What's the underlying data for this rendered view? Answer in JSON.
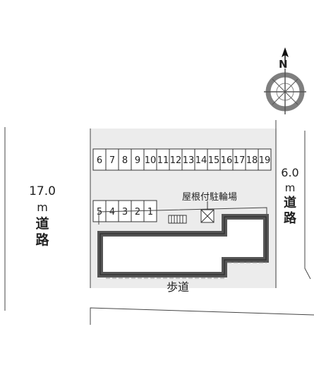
{
  "map": {
    "roads": {
      "left": {
        "width_label": "17.0",
        "unit": "m",
        "name_chars": [
          "道",
          "路"
        ]
      },
      "right": {
        "width_label": "6.0",
        "unit": "m",
        "name_chars": [
          "道",
          "路"
        ]
      }
    },
    "sidewalk_label": "歩道",
    "bike_parking_label": "屋根付駐輪場",
    "north_label": "N",
    "parking_top": [
      "6",
      "7",
      "8",
      "9",
      "10",
      "11",
      "12",
      "13",
      "14",
      "15",
      "16",
      "17",
      "18",
      "19"
    ],
    "parking_bottom": [
      "5",
      "4",
      "3",
      "2",
      "1"
    ],
    "colors": {
      "lot": "#ececec",
      "building_outline": "#555555",
      "lines": "#333333",
      "compass_ring": "#7f7f7f"
    }
  }
}
